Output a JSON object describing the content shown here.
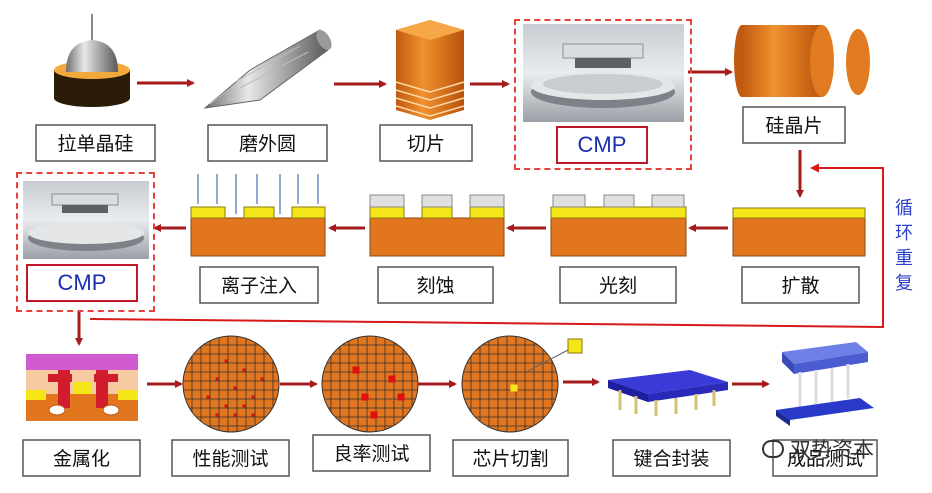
{
  "steps_row1": [
    "拉单晶硅",
    "磨外圆",
    "切片",
    "硅晶片"
  ],
  "steps_row2": [
    "扩散",
    "光刻",
    "刻蚀",
    "离子注入"
  ],
  "steps_row3": [
    "金属化",
    "性能测试",
    "良率测试",
    "芯片切割",
    "键合封装",
    "成品测试"
  ],
  "cmp_label": "CMP",
  "loop_text": [
    "循",
    "环",
    "重",
    "复"
  ],
  "watermark": "双势资本",
  "colors": {
    "arrow": "#a51c1c",
    "loop_arrow": "#d61a1a",
    "wafer": "#e2761e",
    "layer": "#f5e61a",
    "cmp_dash": "#e8413c",
    "cmp_text": "#1a2fb0"
  },
  "icons": [
    "crucible-icon",
    "ingot-icon",
    "wafer-stack-icon",
    "cmp-machine-photo",
    "wafer-slices-icon",
    "ion-arrows-icon",
    "wafer-grid-icon",
    "chip-package-icon",
    "chip-test-socket-icon"
  ]
}
